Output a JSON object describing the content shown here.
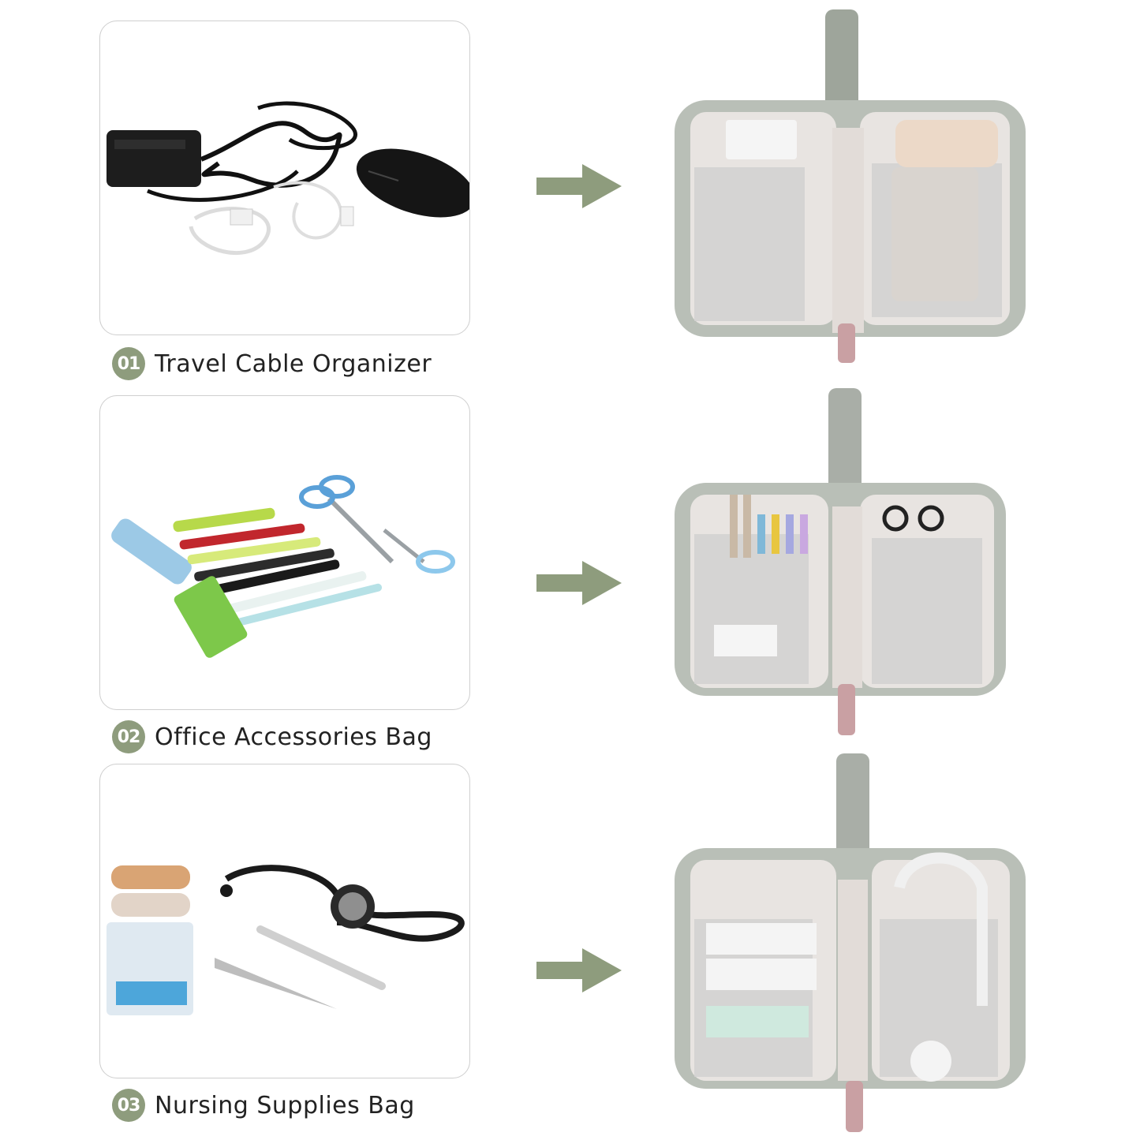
{
  "accent_color": "#8e9c7d",
  "items": [
    {
      "number": "01",
      "title": "Travel Cable Organizer",
      "icon": "cables-and-mouse-image"
    },
    {
      "number": "02",
      "title": "Office Accessories Bag",
      "icon": "stationery-image"
    },
    {
      "number": "03",
      "title": "Nursing Supplies Bag",
      "icon": "medical-supplies-image"
    }
  ]
}
